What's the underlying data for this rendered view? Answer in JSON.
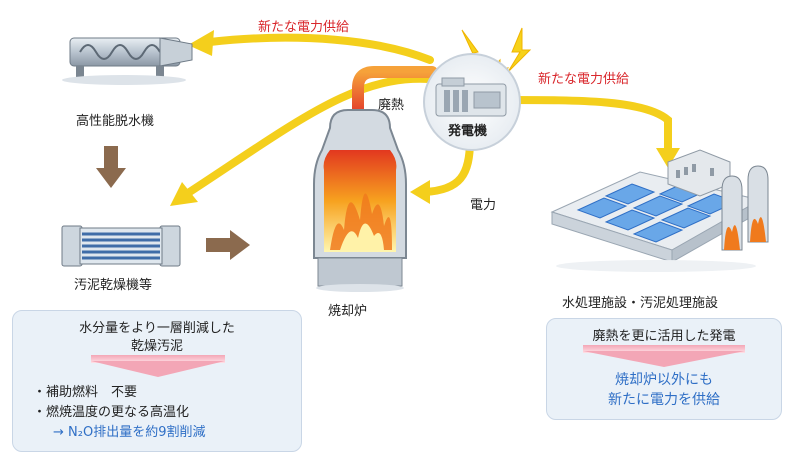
{
  "labels": {
    "new_supply_top": "新たな電力供給",
    "new_supply_right": "新たな電力供給",
    "dewatering": "高性能脱水機",
    "dryer": "汚泥乾燥機等",
    "incinerator": "焼却炉",
    "waste_heat": "廃熱",
    "generator": "発電機",
    "power": "電力",
    "facility": "水処理施設・汚泥処理施設"
  },
  "left_box": {
    "title_line1": "水分量をより一層削減した",
    "title_line2": "乾燥汚泥",
    "bullet1": "・補助燃料　不要",
    "bullet2": "・燃焼温度の更なる高温化",
    "bullet3": "→ N₂O排出量を約9割削減"
  },
  "right_box": {
    "title": "廃熱を更に活用した発電",
    "result_line1": "焼却炉以外にも",
    "result_line2": "新たに電力を供給"
  },
  "colors": {
    "arrow_yellow": "#f4cf1c",
    "heat_red": "#e0302a",
    "process_brown": "#8b6a4e",
    "box_bg": "#eaf1f8",
    "red_text": "#d9262b",
    "blue_text": "#2f6fc6"
  }
}
